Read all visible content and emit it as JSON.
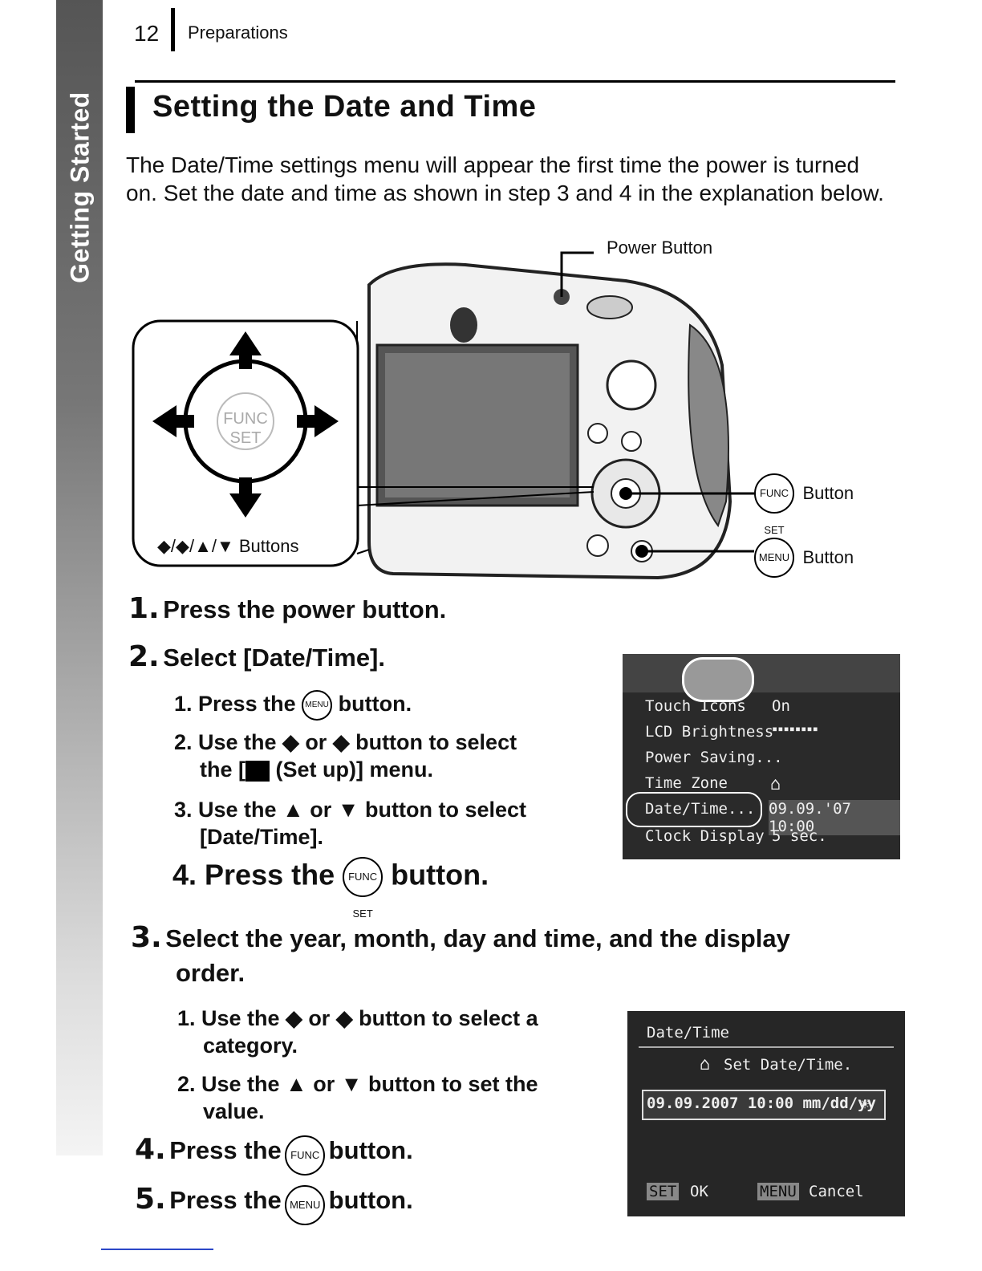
{
  "header": {
    "page_number": "12",
    "section": "Preparations",
    "side_tab": "Getting Started"
  },
  "title": "Setting the Date and Time",
  "intro": "The Date/Time settings menu will appear the first time the power is turned on. Set the date and time as shown in step 3 and 4 in the explanation below.",
  "illustration": {
    "power_button_label": "Power Button",
    "func_button_label": "Button",
    "menu_button_label": "Button",
    "arrows_label": "Buttons",
    "arrow_glyphs": "◆/◆/▲/▼",
    "dial_text": "FUNC SET",
    "func_icon": "FUNC SET",
    "menu_icon": "MENU"
  },
  "steps": {
    "s1": {
      "num": "1.",
      "text": "Press the power button."
    },
    "s2": {
      "num": "2.",
      "text": "Select [Date/Time].",
      "sub1_a": "1. Press the",
      "sub1_b": "button.",
      "sub2_a": "2. Use the ◆ or ◆ button to select",
      "sub2_b": "the [",
      "sub2_c": "(Set up)] menu.",
      "sub3_a": "3. Use the ▲ or ▼ button to select",
      "sub3_b": "[Date/Time].",
      "sub4_a": "4. Press the",
      "sub4_b": "button."
    },
    "s3": {
      "num": "3.",
      "text_a": "Select the year, month, day and time, and the display",
      "text_b": "order.",
      "sub1_a": "1. Use the ◆ or ◆ button to select a",
      "sub1_b": "category.",
      "sub2_a": "2. Use the ▲ or ▼ button to set the",
      "sub2_b": "value."
    },
    "s4": {
      "num": "4.",
      "text_a": "Press the",
      "text_b": "button."
    },
    "s5": {
      "num": "5.",
      "text_a": "Press the",
      "text_b": "button."
    }
  },
  "lcd_menu": {
    "rows": [
      {
        "label": "Touch Icons",
        "value": "On"
      },
      {
        "label": "LCD Brightness",
        "value": "▪▪▪▪▪▪▪▪"
      },
      {
        "label": "Power Saving...",
        "value": ""
      },
      {
        "label": "Time Zone",
        "value": ""
      },
      {
        "label": "Date/Time...",
        "value": "09.09.'07 10:00"
      },
      {
        "label": "Clock Display",
        "value": "5 sec."
      }
    ]
  },
  "lcd_date": {
    "title": "Date/Time",
    "subtitle": "Set Date/Time.",
    "value": "09.09.2007 10:00 mm/dd/yy",
    "ok_key": "SET",
    "ok": "OK",
    "cancel_key": "MENU",
    "cancel": "Cancel"
  }
}
